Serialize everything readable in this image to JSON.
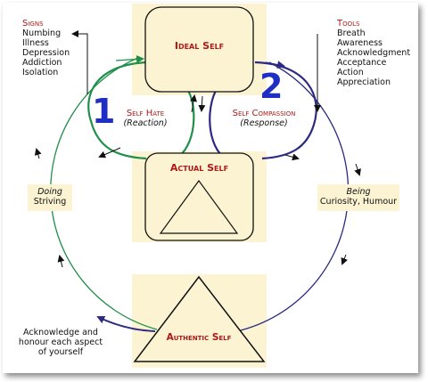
{
  "signs": {
    "heading": "Signs",
    "items": [
      "Numbing",
      "Illness",
      "Depression",
      "Addiction",
      "Isolation"
    ]
  },
  "tools": {
    "heading": "Tools",
    "items": [
      "Breath",
      "Awareness",
      "Acknowledgment",
      "Acceptance",
      "Action",
      "Appreciation"
    ]
  },
  "ideal_self": "Ideal Self",
  "actual_self": "Actual Self",
  "authentic_self": "Authentic Self",
  "number_1": "1",
  "number_2": "2",
  "self_hate": {
    "title": "Self Hate",
    "sub": "(Reaction)"
  },
  "self_compassion": {
    "title": "Self Compassion",
    "sub": "(Response)"
  },
  "doing": {
    "line1": "Doing",
    "line2": "Striving"
  },
  "being": {
    "line1": "Being",
    "line2": "Curiosity, Humour"
  },
  "acknowledge": {
    "line1": "Acknowledge and",
    "line2": "honour each aspect",
    "line3": "of yourself"
  },
  "colors": {
    "green": "#1f8f4a",
    "navy": "#2c2a82",
    "panel": "#fbf3d2",
    "title_red": "#b01818",
    "number_blue": "#1f2fc4"
  }
}
